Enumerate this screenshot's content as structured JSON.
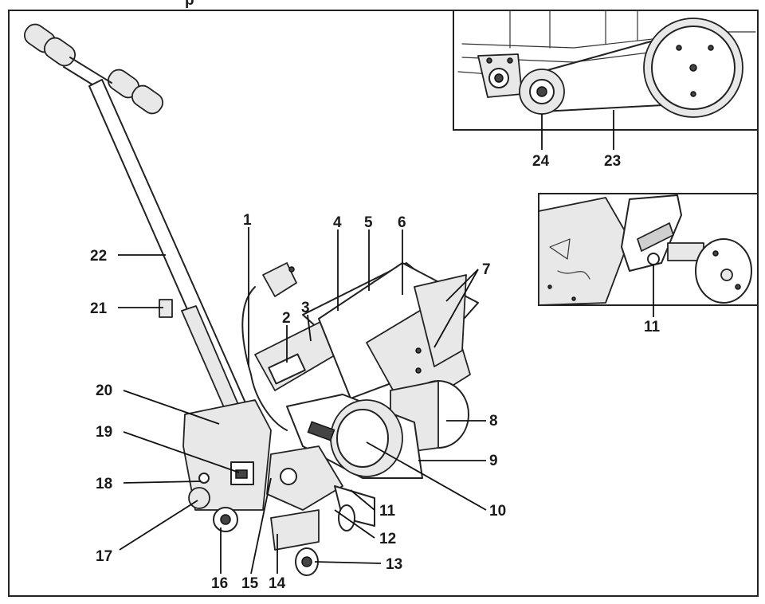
{
  "figure": {
    "heading_fragment": "p",
    "callouts": [
      {
        "id": "c1",
        "text": "1"
      },
      {
        "id": "c2",
        "text": "2"
      },
      {
        "id": "c3",
        "text": "3"
      },
      {
        "id": "c4",
        "text": "4"
      },
      {
        "id": "c5",
        "text": "5"
      },
      {
        "id": "c6",
        "text": "6"
      },
      {
        "id": "c7",
        "text": "7"
      },
      {
        "id": "c8",
        "text": "8"
      },
      {
        "id": "c9",
        "text": "9"
      },
      {
        "id": "c10",
        "text": "10"
      },
      {
        "id": "c11",
        "text": "11"
      },
      {
        "id": "c11b",
        "text": "11"
      },
      {
        "id": "c12",
        "text": "12"
      },
      {
        "id": "c13",
        "text": "13"
      },
      {
        "id": "c14",
        "text": "14"
      },
      {
        "id": "c15",
        "text": "15"
      },
      {
        "id": "c16",
        "text": "16"
      },
      {
        "id": "c17",
        "text": "17"
      },
      {
        "id": "c18",
        "text": "18"
      },
      {
        "id": "c19",
        "text": "19"
      },
      {
        "id": "c20",
        "text": "20"
      },
      {
        "id": "c21",
        "text": "21"
      },
      {
        "id": "c22",
        "text": "22"
      },
      {
        "id": "c23",
        "text": "23"
      },
      {
        "id": "c24",
        "text": "24"
      }
    ]
  }
}
